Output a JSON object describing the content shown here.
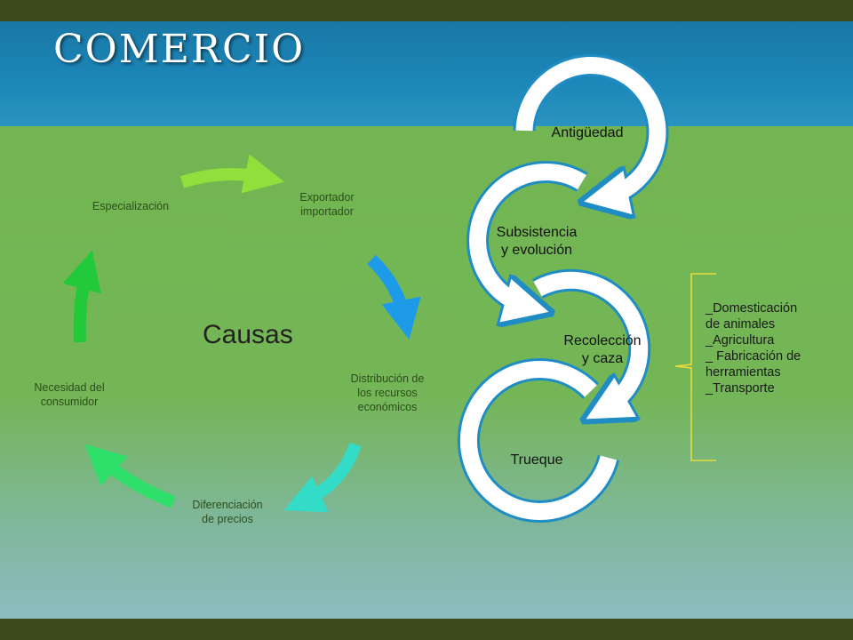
{
  "slide": {
    "title": "COMERCIO"
  },
  "cycle": {
    "center": "Causas",
    "nodes": [
      {
        "id": "especializacion",
        "label": "Especialización"
      },
      {
        "id": "exportador",
        "label": "Exportador\nimportador"
      },
      {
        "id": "distribucion",
        "label": "Distribución de\nlos recursos\neconómicos"
      },
      {
        "id": "diferenciacion",
        "label": "Diferenciación\nde precios"
      },
      {
        "id": "necesidad",
        "label": "Necesidad del\nconsumidor"
      }
    ],
    "arrow_colors": [
      "#8fe03a",
      "#1e9be8",
      "#33dcc6",
      "#2ee06a",
      "#22c93a"
    ]
  },
  "stages": {
    "items": [
      {
        "id": "antiguedad",
        "label": "Antigüedad"
      },
      {
        "id": "subsistencia",
        "label": "Subsistencia\ny evolución"
      },
      {
        "id": "recoleccion",
        "label": "Recolección\ny caza"
      },
      {
        "id": "trueque",
        "label": "Trueque"
      }
    ],
    "ring_color": "#ffffff",
    "edge_color": "#1f8dc4"
  },
  "notes": {
    "lines": [
      "_Domesticación",
      "de animales",
      "_Agricultura",
      "_ Fabricación de",
      "herramientas",
      "_Transporte"
    ],
    "brace_color": "#e6dc3c"
  }
}
